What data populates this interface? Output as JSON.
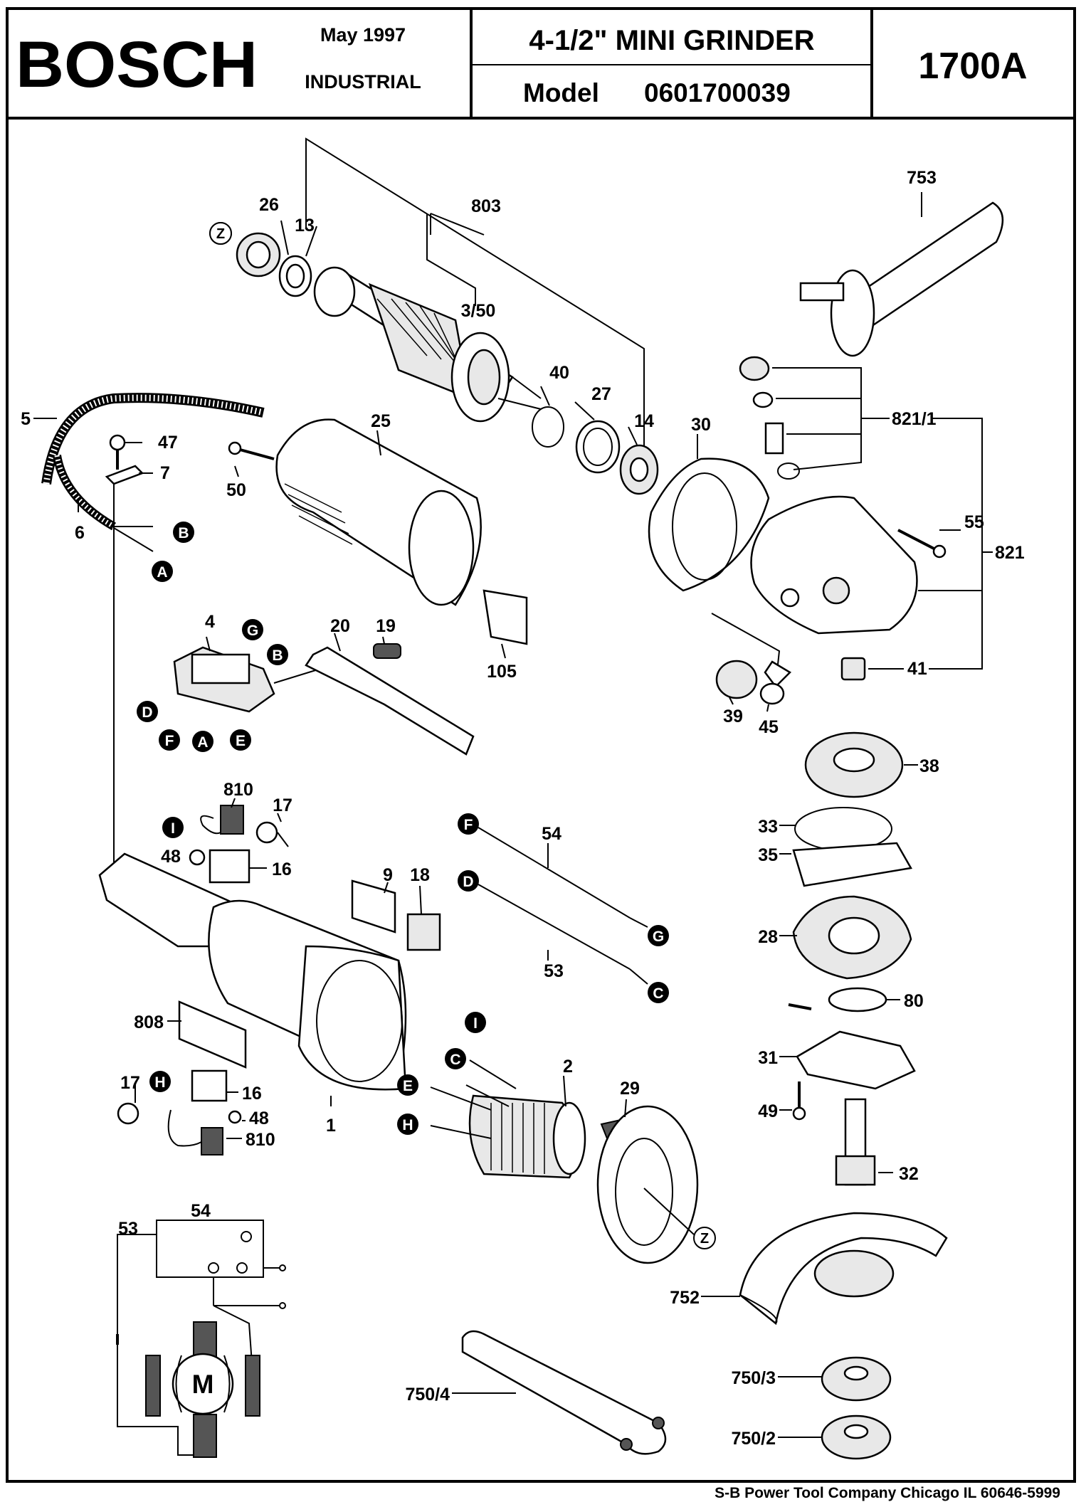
{
  "header": {
    "brand": "BOSCH",
    "date": "May  1997",
    "division": "INDUSTRIAL",
    "title": "4-1/2\" MINI GRINDER",
    "model_label": "Model",
    "model_number": "0601700039",
    "code": "1700A"
  },
  "footer": "S-B Power Tool Company  Chicago IL 60646-5999",
  "parts": {
    "p753": "753",
    "p803": "803",
    "p26": "26",
    "p13": "13",
    "p3_50": "3/50",
    "p40": "40",
    "p27": "27",
    "p14": "14",
    "p30": "30",
    "p821_1": "821/1",
    "p821": "821",
    "p55": "55",
    "p41": "41",
    "p5": "5",
    "p47": "47",
    "p7": "7",
    "p25": "25",
    "p50": "50",
    "p6": "6",
    "p4": "4",
    "p20": "20",
    "p19": "19",
    "p105": "105",
    "p39": "39",
    "p45": "45",
    "p38": "38",
    "p33": "33",
    "p35": "35",
    "p28": "28",
    "p80": "80",
    "p31": "31",
    "p49": "49",
    "p32": "32",
    "p752": "752",
    "p750_3": "750/3",
    "p750_2": "750/2",
    "p750_4": "750/4",
    "p810a": "810",
    "p17a": "17",
    "p48a": "48",
    "p16a": "16",
    "p9": "9",
    "p18": "18",
    "p54a": "54",
    "p53a": "53",
    "p808": "808",
    "p17b": "17",
    "p16b": "16",
    "p48b": "48",
    "p810b": "810",
    "p1": "1",
    "p2": "2",
    "p29": "29",
    "p53b": "53",
    "p54b": "54"
  },
  "connectors": {
    "A": "A",
    "B": "B",
    "C": "C",
    "D": "D",
    "E": "E",
    "F": "F",
    "G": "G",
    "H": "H",
    "I": "I",
    "Z": "Z"
  },
  "schematic": {
    "motor": "M"
  }
}
